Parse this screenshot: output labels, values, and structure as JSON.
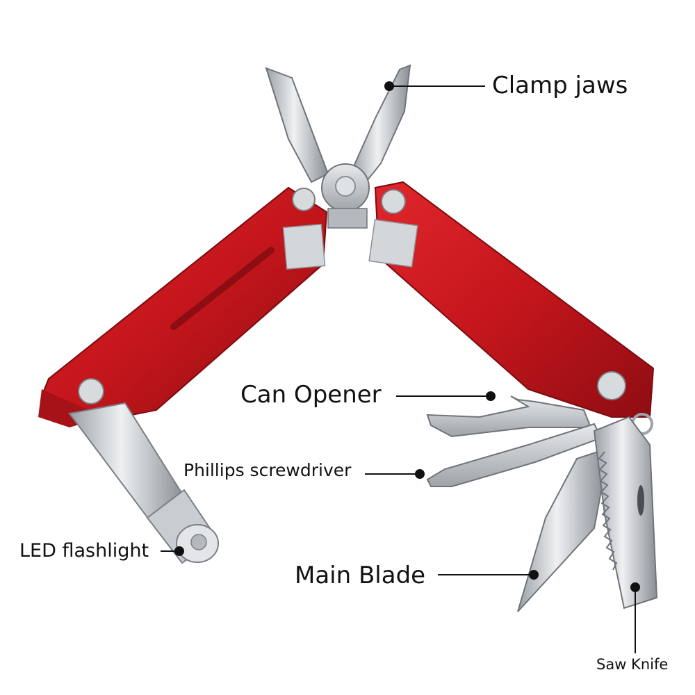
{
  "labels": {
    "clamp_jaws": "Clamp jaws",
    "can_opener": "Can Opener",
    "phillips_screwdriver": "Phillips screwdriver",
    "led_flashlight": "LED flashlight",
    "main_blade": "Main Blade",
    "saw_knife": "Saw Knife"
  },
  "colors": {
    "handle_red": "#c4161c",
    "handle_dark": "#8e0d12",
    "steel": "#c9ccd0",
    "steel_dark": "#8a8f95",
    "leader": "#111111"
  }
}
